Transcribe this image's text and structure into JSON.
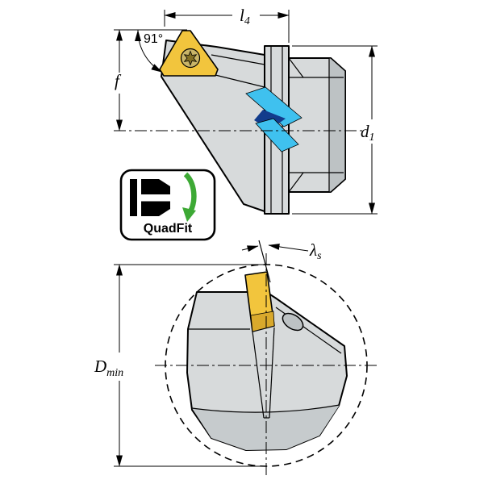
{
  "drawing": {
    "dims": {
      "l4": {
        "base": "l",
        "sub": "4"
      },
      "angle": "91°",
      "f": "f",
      "d1": {
        "base": "d",
        "sub": "1"
      },
      "lambda": {
        "base": "λ",
        "sub": "s"
      },
      "dmin": {
        "base": "D",
        "sub": "min"
      }
    },
    "badge": {
      "label": "QuadFit"
    },
    "colors": {
      "background": "#FFFFFF",
      "line": "#000000",
      "body": "#D7DADB",
      "body_dark": "#BDC2C4",
      "body_shadow": "#C6CBCD",
      "insert": "#F2C53D",
      "insert_dark": "#D9A92C",
      "screw": "#C9B568",
      "screw_star": "#847024",
      "coolant": "#3FC1EF",
      "coolant_dark": "#123C8C",
      "green": "#3DA935"
    }
  }
}
